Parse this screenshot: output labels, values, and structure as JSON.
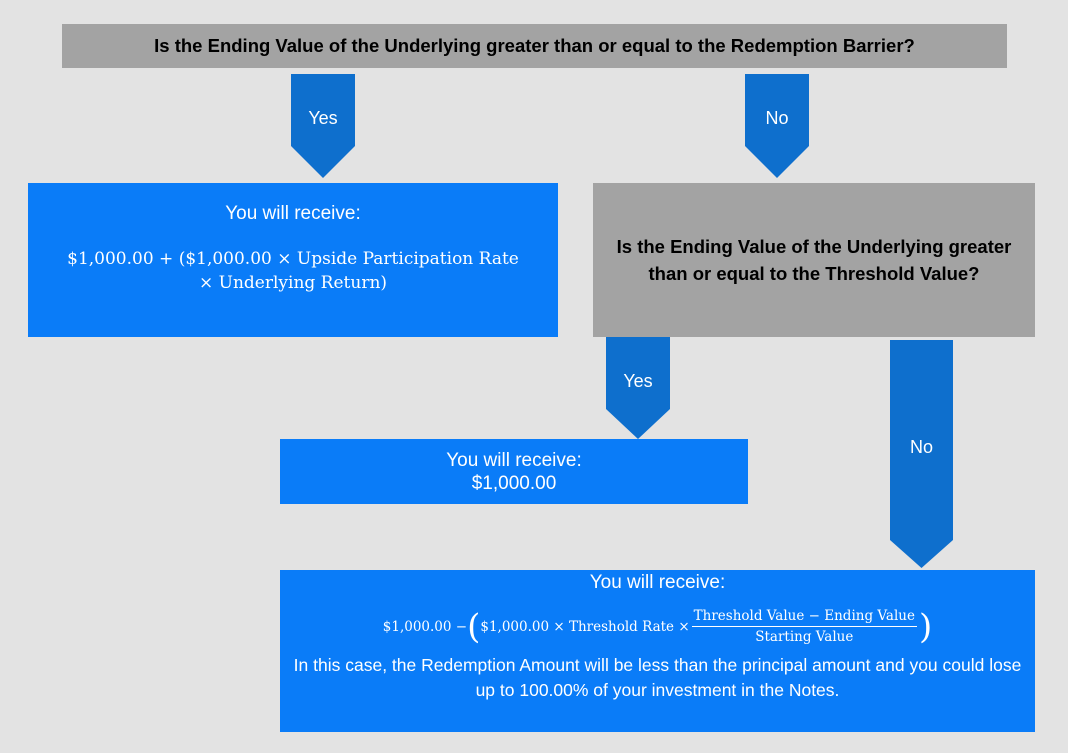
{
  "colors": {
    "background": "#e3e3e3",
    "question_box": "#a3a3a3",
    "result_box": "#0a7cf8",
    "arrow": "#0e6fcd"
  },
  "question1": "Is the Ending Value of the Underlying greater than or equal to the Redemption Barrier?",
  "question2": "Is the Ending Value of the Underlying greater than or equal to the Threshold Value?",
  "arrows": {
    "q1_yes": "Yes",
    "q1_no": "No",
    "q2_yes": "Yes",
    "q2_no": "No"
  },
  "result1": {
    "heading": "You will receive:",
    "formula_line1": "$1,000.00 + ($1,000.00 × Upside Participation Rate",
    "formula_line2": "× Underlying Return)"
  },
  "result2": {
    "heading": "You will receive:",
    "amount": "$1,000.00"
  },
  "result3": {
    "heading": "You will receive:",
    "formula_left": "$1,000.00 −",
    "formula_inner": "$1,000.00 × Threshold Rate ×",
    "numerator": "Threshold Value − Ending Value",
    "denominator": "Starting Value",
    "note": "In this case, the Redemption Amount will be less than the principal amount and you could lose up to 100.00% of your investment in the Notes."
  }
}
